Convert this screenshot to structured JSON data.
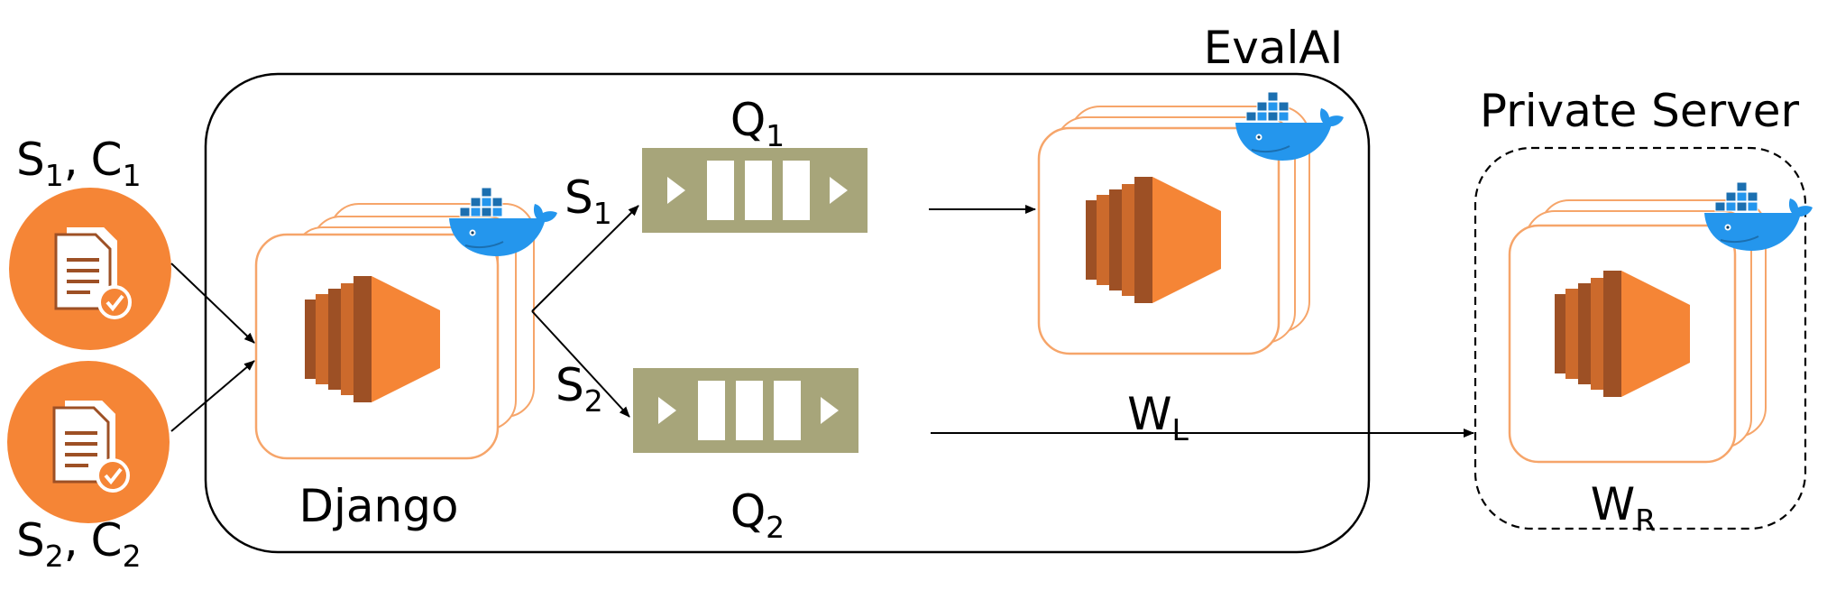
{
  "evalai": {
    "label": "EvalAI",
    "django_label": "Django",
    "queue1": {
      "base": "Q",
      "sub": "1"
    },
    "queue2": {
      "base": "Q",
      "sub": "2"
    },
    "local_worker": {
      "base": "W",
      "sub": "L"
    },
    "route1": {
      "base": "S",
      "sub": "1"
    },
    "route2": {
      "base": "S",
      "sub": "2"
    }
  },
  "private_server": {
    "label": "Private Server",
    "remote_worker": {
      "base": "W",
      "sub": "R"
    }
  },
  "submissions": [
    {
      "s_base": "S",
      "s_sub": "1",
      "sep": ",",
      "c_base": "C",
      "c_sub": "1"
    },
    {
      "s_base": "S",
      "s_sub": "2",
      "sep": ",",
      "c_base": "C",
      "c_sub": "2"
    }
  ],
  "colors": {
    "server_orange": "#f58536",
    "server_orange_dark": "#9d5025",
    "server_orange_mid": "#cc6a2c",
    "card_border": "#f6a56a",
    "queue_fill": "#a7a57a",
    "docker_blue": "#2496ed",
    "docker_blue_dark": "#1b6fb0",
    "line": "#000000"
  },
  "icons": {
    "submission": "document-check-icon",
    "server": "ec2-server-icon",
    "container": "docker-whale-icon",
    "queue": "message-queue-icon"
  }
}
